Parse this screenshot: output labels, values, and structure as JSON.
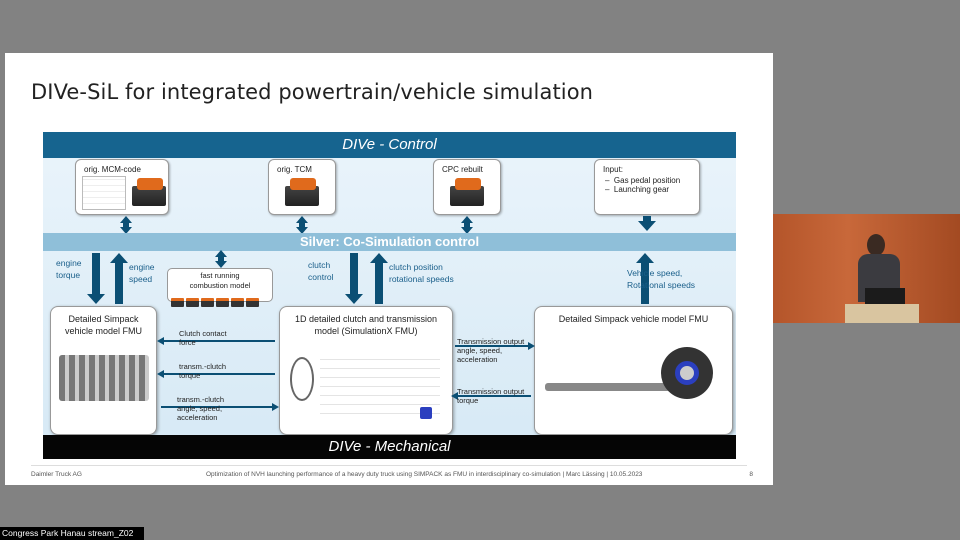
{
  "stream": {
    "label": "Congress Park Hanau stream_Z02"
  },
  "slide": {
    "title": "DIVe-SiL for integrated powertrain/vehicle simulation",
    "footer_left": "Daimler Truck AG",
    "footer_center": "Optimization of NVH launching performance of a heavy duty truck using SIMPACK as FMU in interdisciplinary co-simulation | Marc Lässing | 10.05.2023",
    "page": "8"
  },
  "diagram": {
    "top_band": "DIVe - Control",
    "bottom_band": "DIVe - Mechanical",
    "silver": "Silver: Co-Simulation control",
    "ecus": {
      "mcm": "orig. MCM-code",
      "tcm": "orig. TCM",
      "cpc": "CPC rebuilt",
      "input_title": "Input:",
      "input_items": [
        "Gas pedal position",
        "Launching gear"
      ]
    },
    "signals": {
      "engine_torque": "engine\ntorque",
      "engine_speed": "engine\nspeed",
      "clutch_control": "clutch\ncontrol",
      "clutch_position": "clutch position\nrotational speeds",
      "vehicle_speed": "Vehicle speed,\nRotational speeds"
    },
    "fast_model": "fast running\ncombustion model",
    "models": {
      "simpack_left": "Detailed Simpack\nvehicle model FMU",
      "clutch": "1D detailed clutch and transmission\nmodel (SimulationX FMU)",
      "simpack_right": "Detailed Simpack vehicle model FMU"
    },
    "h_signals": {
      "clutch_contact": "Clutch contact\nforce",
      "transm_clutch_torque": "transm.-clutch\ntorque",
      "transm_clutch_asa": "transm.-clutch\nangle, speed,\nacceleration",
      "trans_out_asa": "Transmission output\nangle, speed,\nacceleration",
      "trans_out_torque": "Transmission output\ntorque"
    }
  }
}
